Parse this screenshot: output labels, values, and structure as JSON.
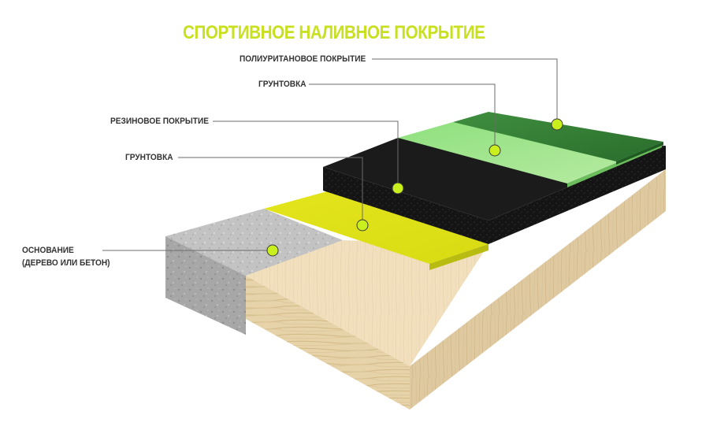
{
  "title": "СПОРТИВНОЕ НАЛИВНОЕ ПОКРЫТИЕ",
  "labels": {
    "polyurethane": "ПОЛИУРИТАНОВОЕ ПОКРЫТИЕ",
    "primer_top": "ГРУНТОВКА",
    "rubber": "РЕЗИНОВОЕ ПОКРЫТИЕ",
    "primer_bottom": "ГРУНТОВКА",
    "base_line1": "ОСНОВАНИЕ",
    "base_line2": "(ДЕРЕВО ИЛИ БЕТОН)"
  },
  "colors": {
    "title": "#c8e021",
    "marker": "#c9f01c",
    "leader": "#6b6b6b",
    "polyurethane": "#2e7d32",
    "primer_top": "#7ed66e",
    "rubber": "#1a1a1a",
    "primer_bottom": "#e2e21b",
    "wood": "#e5d0a6",
    "concrete": "#a4a4a4"
  }
}
